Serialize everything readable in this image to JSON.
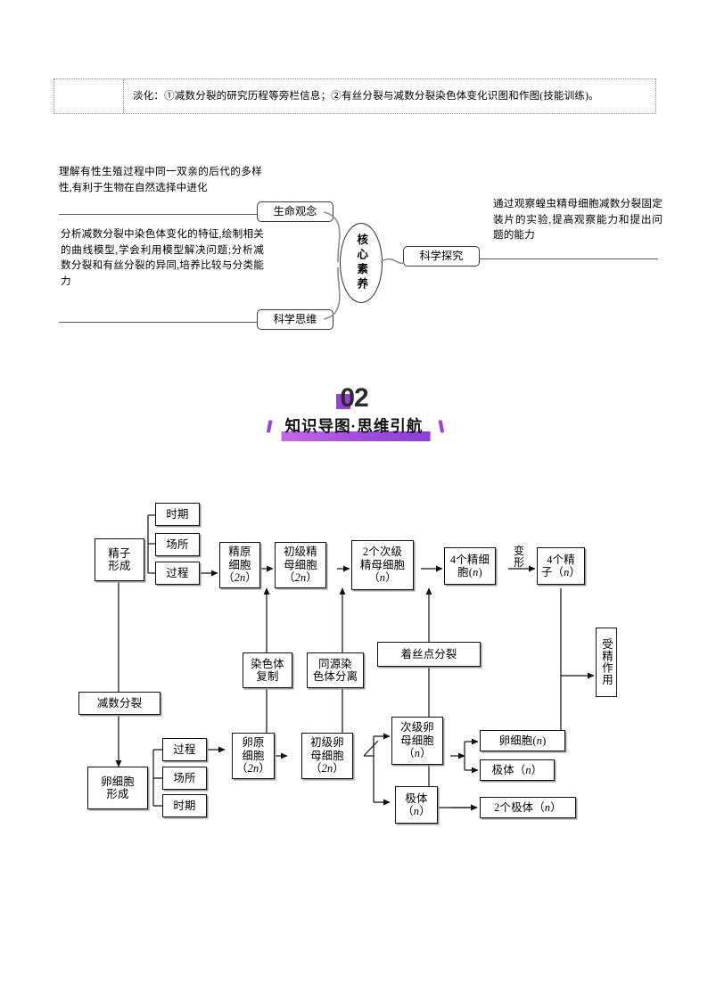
{
  "note_table": {
    "left_cell": "",
    "right_cell": "淡化：①减数分裂的研究历程等旁栏信息；②有丝分裂与减数分裂染色体变化识图和作图(技能训练)。"
  },
  "core_literacy": {
    "center_label": "核心素养",
    "nodes": [
      {
        "label": "生命观念",
        "description": "理解有性生殖过程中同一双亲的后代的多样性,有利于生物在自然选择中进化"
      },
      {
        "label": "科学思维",
        "description": "分析减数分裂中染色体变化的特征,绘制相关的曲线模型,学会利用模型解决问题;分析减数分裂和有丝分裂的异同,培养比较与分类能力"
      },
      {
        "label": "科学探究",
        "description": "通过观察蝗虫精母细胞减数分裂固定装片的实验,提高观察能力和提出问题的能力"
      }
    ]
  },
  "banner": {
    "number": "02",
    "title": "知识导图·思维引航",
    "left_slash": "//",
    "right_slash": "\\\\",
    "accent_color": "#9b3fd6"
  },
  "flowchart": {
    "nodes": {
      "meiosis": "减数分裂",
      "sperm_formation": "精子\n形成",
      "egg_formation": "卵细胞\n形成",
      "sperm_time": "时期",
      "sperm_place": "场所",
      "sperm_process": "过程",
      "egg_process": "过程",
      "egg_place": "场所",
      "egg_time": "时期",
      "spermatogonium": "精原\n细胞\n（2n）",
      "primary_spermatocyte": "初级精\n母细胞\n（2n）",
      "secondary_spermatocyte": "2个次级\n精母细胞\n（n）",
      "spermatid": "4个精细\n胞(n)",
      "sperm": "4个精\n子（n）",
      "transform_label": "变\n形",
      "chromosome_replication": "染色体\n复制",
      "homologous_separation": "同源染\n色体分离",
      "centromere_split": "着丝点分裂",
      "fertilization": "受精作用",
      "oogonium": "卵原\n细胞\n（2n）",
      "primary_oocyte": "初级卵\n母细胞\n（2n）",
      "secondary_oocyte": "次级卵\n母细胞\n（n）",
      "polar_body_1": "极体\n（n）",
      "ovum": "卵细胞(n)",
      "polar_body_2": "极体（n）",
      "polar_bodies_two": "2个极体（n）"
    }
  }
}
